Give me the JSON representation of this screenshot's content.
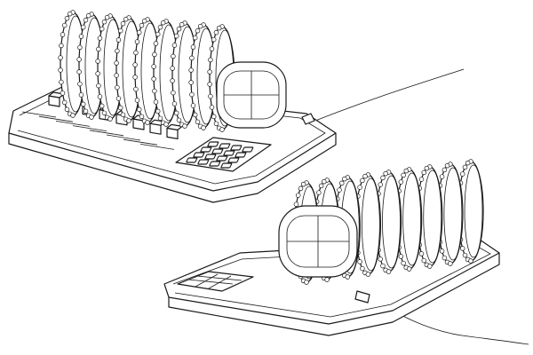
{
  "drawing": {
    "line_color": "#1a1a1a",
    "background": "#ffffff",
    "device_count": 2,
    "drum_discs_per_device": 9,
    "keypad_keys": 16
  }
}
